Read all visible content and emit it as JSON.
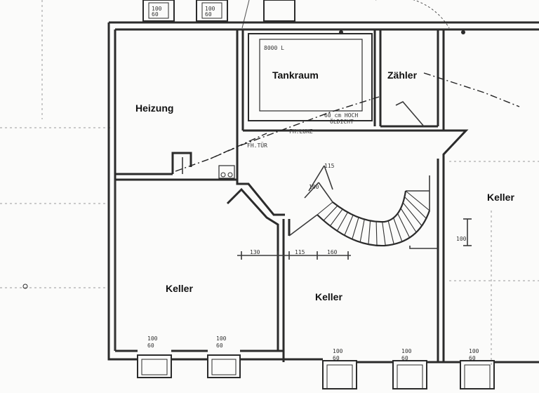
{
  "rooms": {
    "heizung": "Heizung",
    "tankraum": "Tankraum",
    "zaehler": "Zähler",
    "keller_left": "Keller",
    "keller_center": "Keller",
    "keller_right": "Keller"
  },
  "notes": {
    "tank_size": "8000 L",
    "tank_wall": "60 cm HOCH",
    "tank_seal": "ÖLDICHT",
    "fh_door": "FH.TÜR",
    "fh_luke": "FH.LUKE"
  },
  "dimensions": {
    "stair_a": "100",
    "stair_b": "115",
    "d130": "130",
    "d115": "115",
    "d160": "160",
    "d100_right": "100",
    "win1_top": "100",
    "win1_bot": "60",
    "win2_top": "100",
    "win2_bot": "60",
    "win3_top": "100",
    "win3_bot": "60",
    "win4_top": "100",
    "win4_bot": "60",
    "win5_top": "100",
    "win5_bot": "60",
    "topwin1_top": "100",
    "topwin1_bot": "60",
    "topwin2_top": "100",
    "topwin2_bot": "60"
  },
  "colors": {
    "ink": "#2b2b2b",
    "paper": "#fbfbfa"
  }
}
